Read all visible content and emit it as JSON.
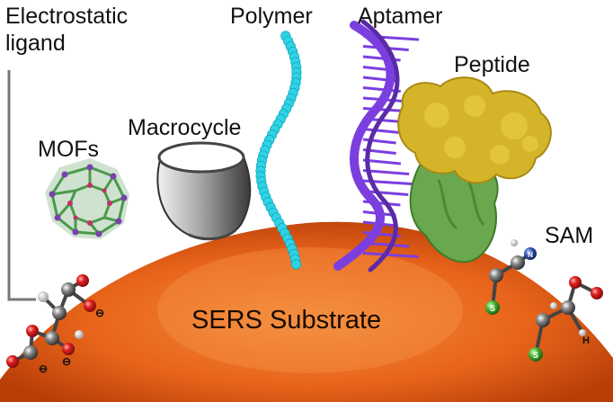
{
  "labels": {
    "electrostatic_line1": "Electrostatic",
    "electrostatic_line2": "ligand",
    "polymer": "Polymer",
    "aptamer": "Aptamer",
    "peptide": "Peptide",
    "mofs": "MOFs",
    "macrocycle": "Macrocycle",
    "sam": "SAM",
    "substrate": "SERS Substrate"
  },
  "atom_labels": {
    "sulfur": "S",
    "hydrogen": "H",
    "nitrogen": "N",
    "negative_charge": "⊖"
  },
  "colors": {
    "substrate": "#e8641a",
    "substrate_dark": "#b83e08",
    "polymer": "#2ed4e6",
    "aptamer": "#7b3fe0",
    "peptide": "#d4b52a",
    "peptide_base": "#6aa84f",
    "mof": "#4a9a4a",
    "oxygen": "#d21e1e",
    "carbon": "#555555",
    "sulfur": "#4caf2f",
    "nitrogen": "#2b4fa8"
  }
}
